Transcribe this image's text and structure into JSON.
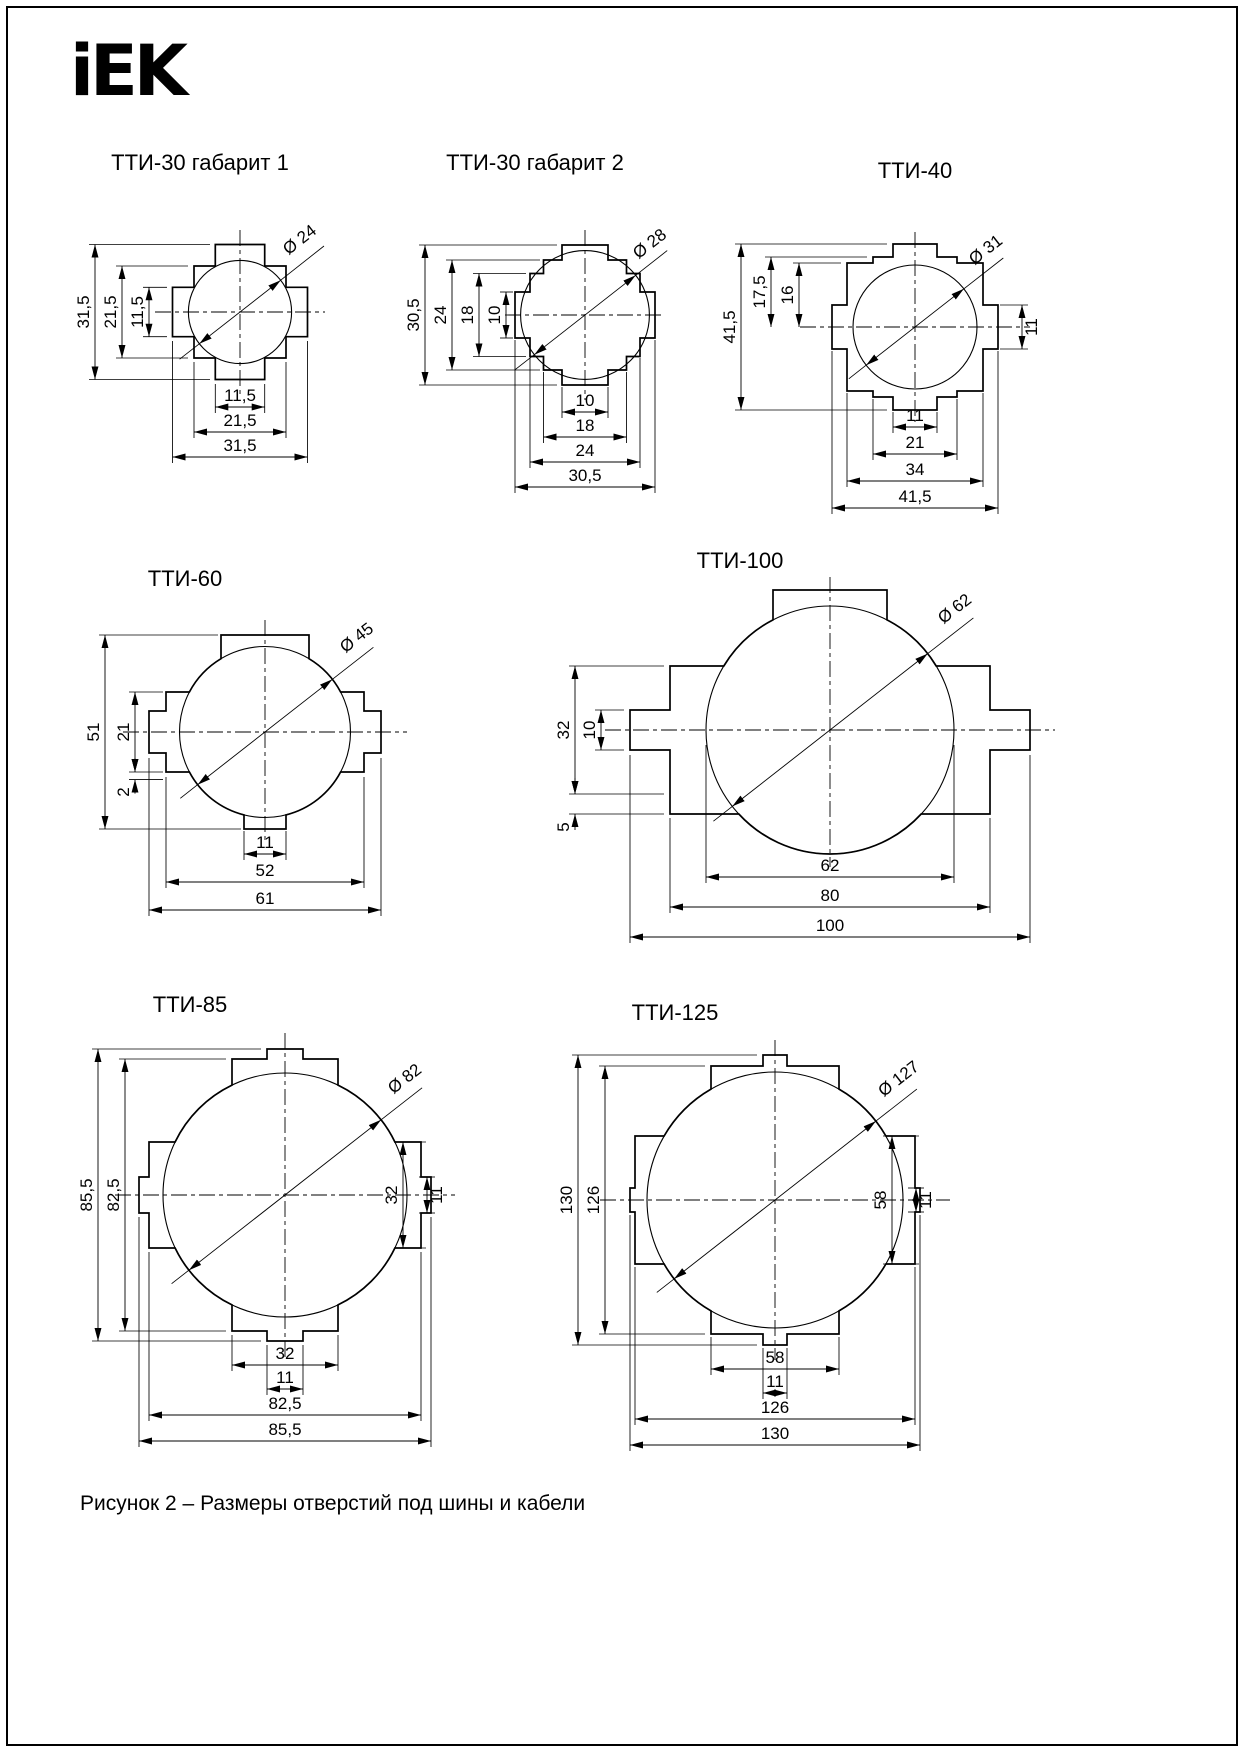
{
  "page": {
    "logo": "iEK",
    "caption": "Рисунок 2 – Размеры отверстий под шины и кабели"
  },
  "drawings": {
    "d1": {
      "title": "ТТИ-30 габарит 1",
      "dia": "Ø 24",
      "v": [
        "31,5",
        "21,5",
        "11,5"
      ],
      "h": [
        "11,5",
        "21,5",
        "31,5"
      ]
    },
    "d2": {
      "title": "ТТИ-30 габарит 2",
      "dia": "Ø 28",
      "v": [
        "30,5",
        "24",
        "18",
        "10"
      ],
      "h": [
        "10",
        "18",
        "24",
        "30,5"
      ]
    },
    "d3": {
      "title": "ТТИ-40",
      "dia": "Ø 31",
      "v": [
        "41,5",
        "17,5",
        "16"
      ],
      "r": [
        "11"
      ],
      "h": [
        "11",
        "21",
        "34",
        "41,5"
      ]
    },
    "d4": {
      "title": "ТТИ-60",
      "dia": "Ø 45",
      "v": [
        "51",
        "21",
        "2"
      ],
      "h": [
        "11",
        "52",
        "61"
      ]
    },
    "d5": {
      "title": "ТТИ-100",
      "dia": "Ø 62",
      "v": [
        "32",
        "10",
        "5"
      ],
      "h": [
        "62",
        "80",
        "100"
      ]
    },
    "d6": {
      "title": "ТТИ-85",
      "dia": "Ø 82",
      "v": [
        "85,5",
        "82,5"
      ],
      "r": [
        "32",
        "11"
      ],
      "b": [
        "32",
        "11"
      ],
      "h": [
        "82,5",
        "85,5"
      ]
    },
    "d7": {
      "title": "ТТИ-125",
      "dia": "Ø 127",
      "v": [
        "130",
        "126"
      ],
      "r": [
        "58",
        "11"
      ],
      "b": [
        "58",
        "11"
      ],
      "h": [
        "126",
        "130"
      ]
    }
  }
}
